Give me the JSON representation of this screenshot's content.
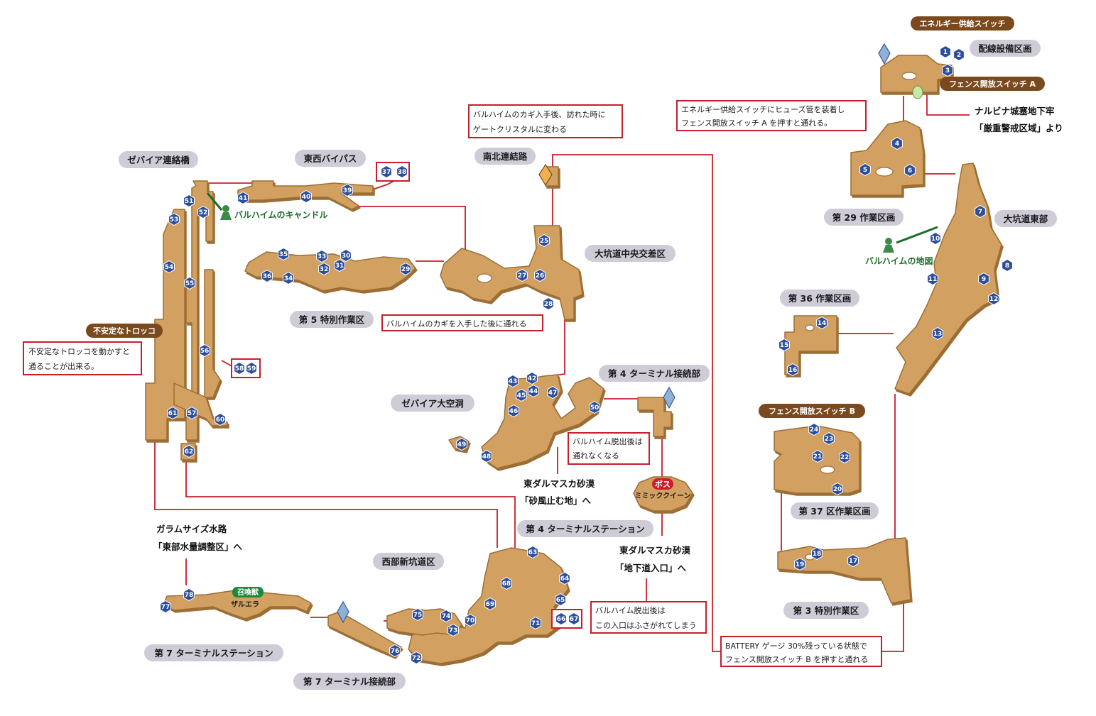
{
  "colors": {
    "route": "#c81e2b",
    "floor": "#d2a060",
    "floor_dark": "#9c6e36",
    "badge": "#2d4f9b",
    "area_label_bg": "#cfccd8",
    "tag_bg": "#7a4a1e",
    "npc_green": "#1b6e2a",
    "crystal": "#8fb0d8"
  },
  "areas": {
    "zebaia_bridge": "ゼバイア連絡橋",
    "tozai_bypass": "東西バイパス",
    "nanboku": "南北連結路",
    "daikodo_center": "大坑道中央交差区",
    "tokubetsu5": "第 5 特別作業区",
    "zebaia_cave": "ゼバイア大空洞",
    "terminal4_conn": "第 4 ターミナル接続部",
    "terminal4_station": "第 4 ターミナルステーション",
    "seibu": "西部新坑道区",
    "terminal7_station": "第 7 ターミナルステーション",
    "terminal7_conn": "第 7 ターミナル接続部",
    "haisen": "配線設備区画",
    "sagyo29": "第 29 作業区画",
    "daikodo_east": "大坑道東部",
    "sagyo36": "第 36 作業区画",
    "sagyo37": "第 37 区作業区画",
    "tokubetsu3": "第 3 特別作業区"
  },
  "tags": {
    "energy_switch": "エネルギー供給スイッチ",
    "fence_a": "フェンス開放スイッチ A",
    "fence_b": "フェンス開放スイッチ B",
    "torokko": "不安定なトロッコ",
    "boss": "ボス",
    "boss_name": "ミミッククイーン",
    "summon": "召喚獣",
    "summon_name": "ザルエラ"
  },
  "npcs": {
    "candle": "バルハイムのキャンドル",
    "map": "バルハイムの地図"
  },
  "notes": {
    "key_crystal_1": "バルハイムのカギ入手後、訪れた時に",
    "key_crystal_2": "ゲートクリスタルに変わる",
    "key_pass": "バルハイムのカギを入手した後に通れる",
    "torokko_1": "不安定なトロッコを動かすと",
    "torokko_2": "通ることが出来る。",
    "escape_1": "バルハイム脱出後は",
    "escape_2": "通れなくなる",
    "blocked_1": "バルハイム脱出後は",
    "blocked_2": "この入口はふさがれてしまう",
    "fuse_1": "エネルギー供給スイッチにヒューズ管を装着し",
    "fuse_2": "フェンス開放スイッチ A を押すと通れる。",
    "battery_1": "BATTERY ゲージ 30%残っている状態で",
    "battery_2": "フェンス開放スイッチ B を押すと通れる"
  },
  "exits": {
    "nalbina_1": "ナルビナ城塞地下牢",
    "nalbina_2": "「厳重警戒区域」より",
    "dalmasca_sand_1": "東ダルマスカ砂漠",
    "dalmasca_sand_2": "「砂風止む地」へ",
    "dalmasca_under_1": "東ダルマスカ砂漠",
    "dalmasca_under_2": "「地下道入口」へ",
    "garamsythe_1": "ガラムサイズ水路",
    "garamsythe_2": "「東部水量調整区」へ"
  },
  "treasure_numbers": [
    "1",
    "2",
    "3",
    "4",
    "5",
    "6",
    "7",
    "8",
    "9",
    "10",
    "11",
    "12",
    "13",
    "14",
    "15",
    "16",
    "17",
    "18",
    "19",
    "20",
    "21",
    "22",
    "23",
    "24",
    "25",
    "26",
    "27",
    "28",
    "29",
    "30",
    "31",
    "32",
    "33",
    "34",
    "35",
    "36",
    "37",
    "38",
    "39",
    "40",
    "41",
    "42",
    "43",
    "44",
    "45",
    "46",
    "47",
    "48",
    "49",
    "50",
    "51",
    "52",
    "53",
    "54",
    "55",
    "56",
    "57",
    "58",
    "59",
    "60",
    "61",
    "62",
    "63",
    "64",
    "65",
    "66",
    "67",
    "68",
    "69",
    "70",
    "71",
    "72",
    "73",
    "74",
    "75",
    "76",
    "77",
    "78"
  ]
}
